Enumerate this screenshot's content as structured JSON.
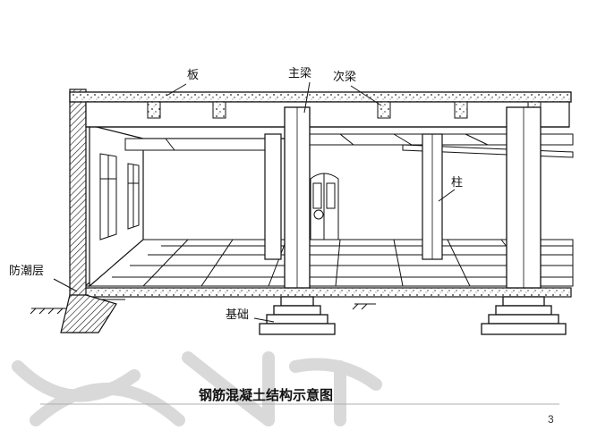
{
  "labels": {
    "slab": "板",
    "main_beam": "主梁",
    "secondary_beam": "次梁",
    "column": "柱",
    "damp_proof_course": "防潮层",
    "foundation": "基础"
  },
  "caption": "钢筋混凝土结构示意图",
  "page_number": "3",
  "colors": {
    "line": "#111111",
    "watermark": "#d9d9d9",
    "rule": "#b0b0b0"
  }
}
